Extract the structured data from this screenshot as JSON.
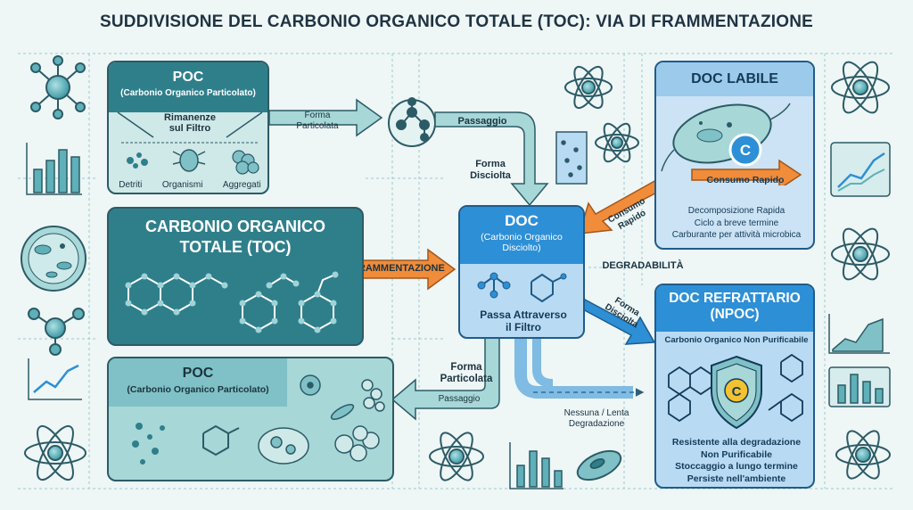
{
  "title": "SUDDIVISIONE DEL CARBONIO ORGANICO TOTALE (TOC): VIA DI FRAMMENTAZIONE",
  "poc_top": {
    "title": "POC",
    "subtitle": "(Carbonio Organico Particolato)",
    "retained": "Rimanenze sul Filtro",
    "items": [
      "Detriti",
      "Organismi",
      "Aggregati"
    ]
  },
  "toc": {
    "title_line1": "CARBONIO ORGANICO",
    "title_line2": "TOTALE (TOC)"
  },
  "poc_bottom": {
    "title": "POC",
    "subtitle": "(Carbonio Organico Particolato)"
  },
  "doc": {
    "title": "DOC",
    "subtitle_line1": "(Carbonio Organico",
    "subtitle_line2": "Disciolto)",
    "pass_line1": "Passa Attraverso",
    "pass_line2": "il Filtro"
  },
  "doc_labile": {
    "title": "DOC LABILE",
    "badge": "C",
    "arrow_label": "Consumo Rapido",
    "lines": [
      "Decomposizione Rapida",
      "Ciclo a breve termine",
      "Carburante per attività microbica"
    ]
  },
  "doc_refrattario": {
    "title_line1": "DOC REFRATTARIO",
    "title_line2": "(NPOC)",
    "subtitle": "Carbonio Organico Non Purificabile",
    "badge": "C",
    "lines": [
      "Resistente alla degradazione",
      "Non Purificabile",
      "Stoccaggio a lungo termine",
      "Persiste nell'ambiente"
    ]
  },
  "arrows": {
    "forma_particolata_top": "Forma Particolata",
    "passaggio_top": "Passaggio",
    "forma_disciolta": "Forma Disciolta",
    "frammentazione": "FRAMMENTAZIONE",
    "consumo_rapido": "Consumo Rapido",
    "degradabilita": "DEGRADABILITÀ",
    "forma_disciolta_2": "Forma Disciolta",
    "forma_particolata_bottom": "Forma Particolata",
    "passaggio_bottom": "Passaggio",
    "nessuna_lenta": "Nessuna / Lenta Degradazione"
  },
  "colors": {
    "teal_dark": "#2f7f8b",
    "teal_mid": "#7fc1c6",
    "teal_light": "#cfe8e8",
    "blue": "#2d8fd6",
    "blue_light": "#b8dbf3",
    "orange": "#f08c3a",
    "background": "#eef6f6"
  }
}
